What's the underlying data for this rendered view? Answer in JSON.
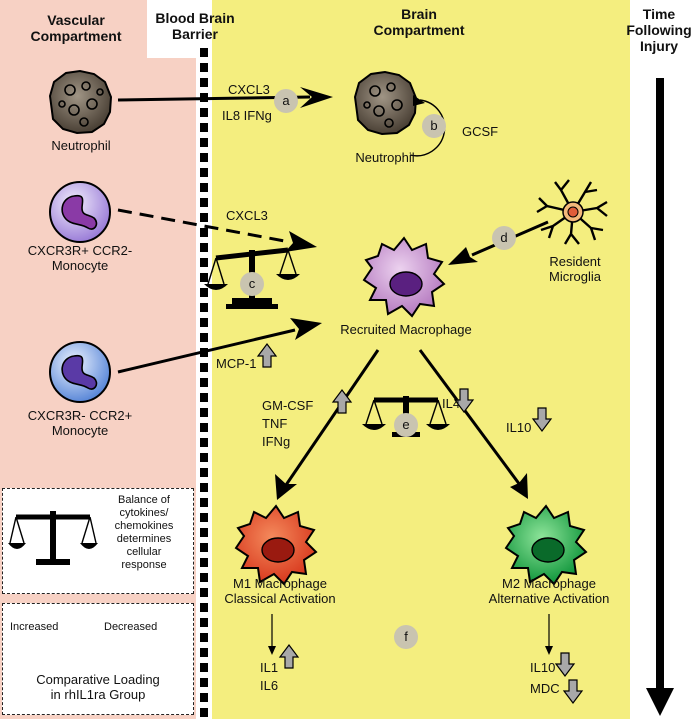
{
  "headers": {
    "vascular": "Vascular\nCompartment",
    "bbb": "Blood Brain\nBarrier",
    "brain": "Brain\nCompartment",
    "time": "Time\nFollowing\nInjury"
  },
  "cells": {
    "neutrophil_vascular": "Neutrophil",
    "neutrophil_brain": "Neutrophil",
    "monocyte1": "CXCR3R+ CCR2-\nMonocyte",
    "monocyte2": "CXCR3R- CCR2+\nMonocyte",
    "microglia": "Resident\nMicroglia",
    "recruited": "Recruited Macrophage",
    "m1": "M1 Macrophage\nClassical Activation",
    "m2": "M2 Macrophage\nAlternative Activation"
  },
  "labels": {
    "cxcl3_top": "CXCL3",
    "il8_ifng": "IL8 IFNg",
    "gcsf": "GCSF",
    "cxcl3_mid": "CXCL3",
    "mcp1": "MCP-1",
    "gmcsf": "GM-CSF",
    "tnf": "TNF",
    "ifng": "IFNg",
    "il4": "IL4",
    "il10_mid": "IL10",
    "il1": "IL1",
    "il6": "IL6",
    "il10_bottom": "IL10",
    "mdc": "MDC"
  },
  "markers": {
    "a": "a",
    "b": "b",
    "c": "c",
    "d": "d",
    "e": "e",
    "f": "f"
  },
  "legend": {
    "balance_text": "Balance of\ncytokines/\nchemokines\ndetermines\ncellular\nresponse",
    "increased": "Increased",
    "decreased": "Decreased",
    "loading": "Comparative Loading\nin rhIL1ra Group"
  },
  "colors": {
    "vascular_bg": "#f7d1c4",
    "brain_bg": "#f4ee7f",
    "marker_fill": "#c9c4b0",
    "neutrophil": "#6e6458",
    "monocyte1": "#b49be0",
    "monocyte2": "#7aa3e6",
    "microglia": "#f08a6a",
    "recruited": "#c58fcf",
    "m1": "#e4502e",
    "m2": "#1fa84c",
    "arrow_grey": "#a8a8a8"
  }
}
